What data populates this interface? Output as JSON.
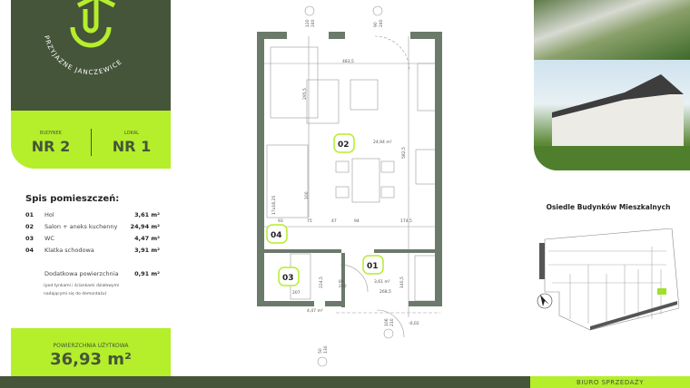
{
  "brand": {
    "logo_text": "PRZYJAZNE JANCZEWICE"
  },
  "unit": {
    "building_label": "BUDYNEK",
    "building_value": "NR 2",
    "unit_label": "LOKAL",
    "unit_value": "NR 1"
  },
  "rooms": {
    "title": "Spis pomieszczeń:",
    "items": [
      {
        "no": "01",
        "name": "Hol",
        "area": "3,61 m²"
      },
      {
        "no": "02",
        "name": "Salon + aneks kuchenny",
        "area": "24,94 m²"
      },
      {
        "no": "03",
        "name": "WC",
        "area": "4,47 m²"
      },
      {
        "no": "04",
        "name": "Klatka schodowa",
        "area": "3,91 m²"
      }
    ],
    "extra_label": "Dodatkowa powierzchnia",
    "extra_area": "0,91 m²",
    "note_line1": "(pod tynkami i ściankami działowymi",
    "note_line2": "nadającymi się do demontażu)"
  },
  "usable_area": {
    "label": "POWIERZCHNIA UŻYTKOWA",
    "value": "36,93 m²"
  },
  "plan": {
    "tags": [
      "02",
      "04",
      "03",
      "01"
    ],
    "areas": [
      "24,94 m²",
      "3,61 m²",
      "4,47 m²"
    ],
    "dims": [
      "483,5",
      "295,5",
      "582,5",
      "17x18,25",
      "100",
      "93",
      "75",
      "47",
      "94",
      "174,5",
      "207",
      "224,5",
      "268,5",
      "140,5",
      "80",
      "200",
      "120",
      "240",
      "90",
      "240",
      "50",
      "130",
      "106",
      "210",
      "-0,02"
    ]
  },
  "site": {
    "title": "Osiedle Budynków Mieszkalnych"
  },
  "footer": {
    "sales_label": "BIURO SPRZEDAŻY"
  },
  "colors": {
    "dark_green": "#45553a",
    "lime": "#b5ee2b"
  }
}
